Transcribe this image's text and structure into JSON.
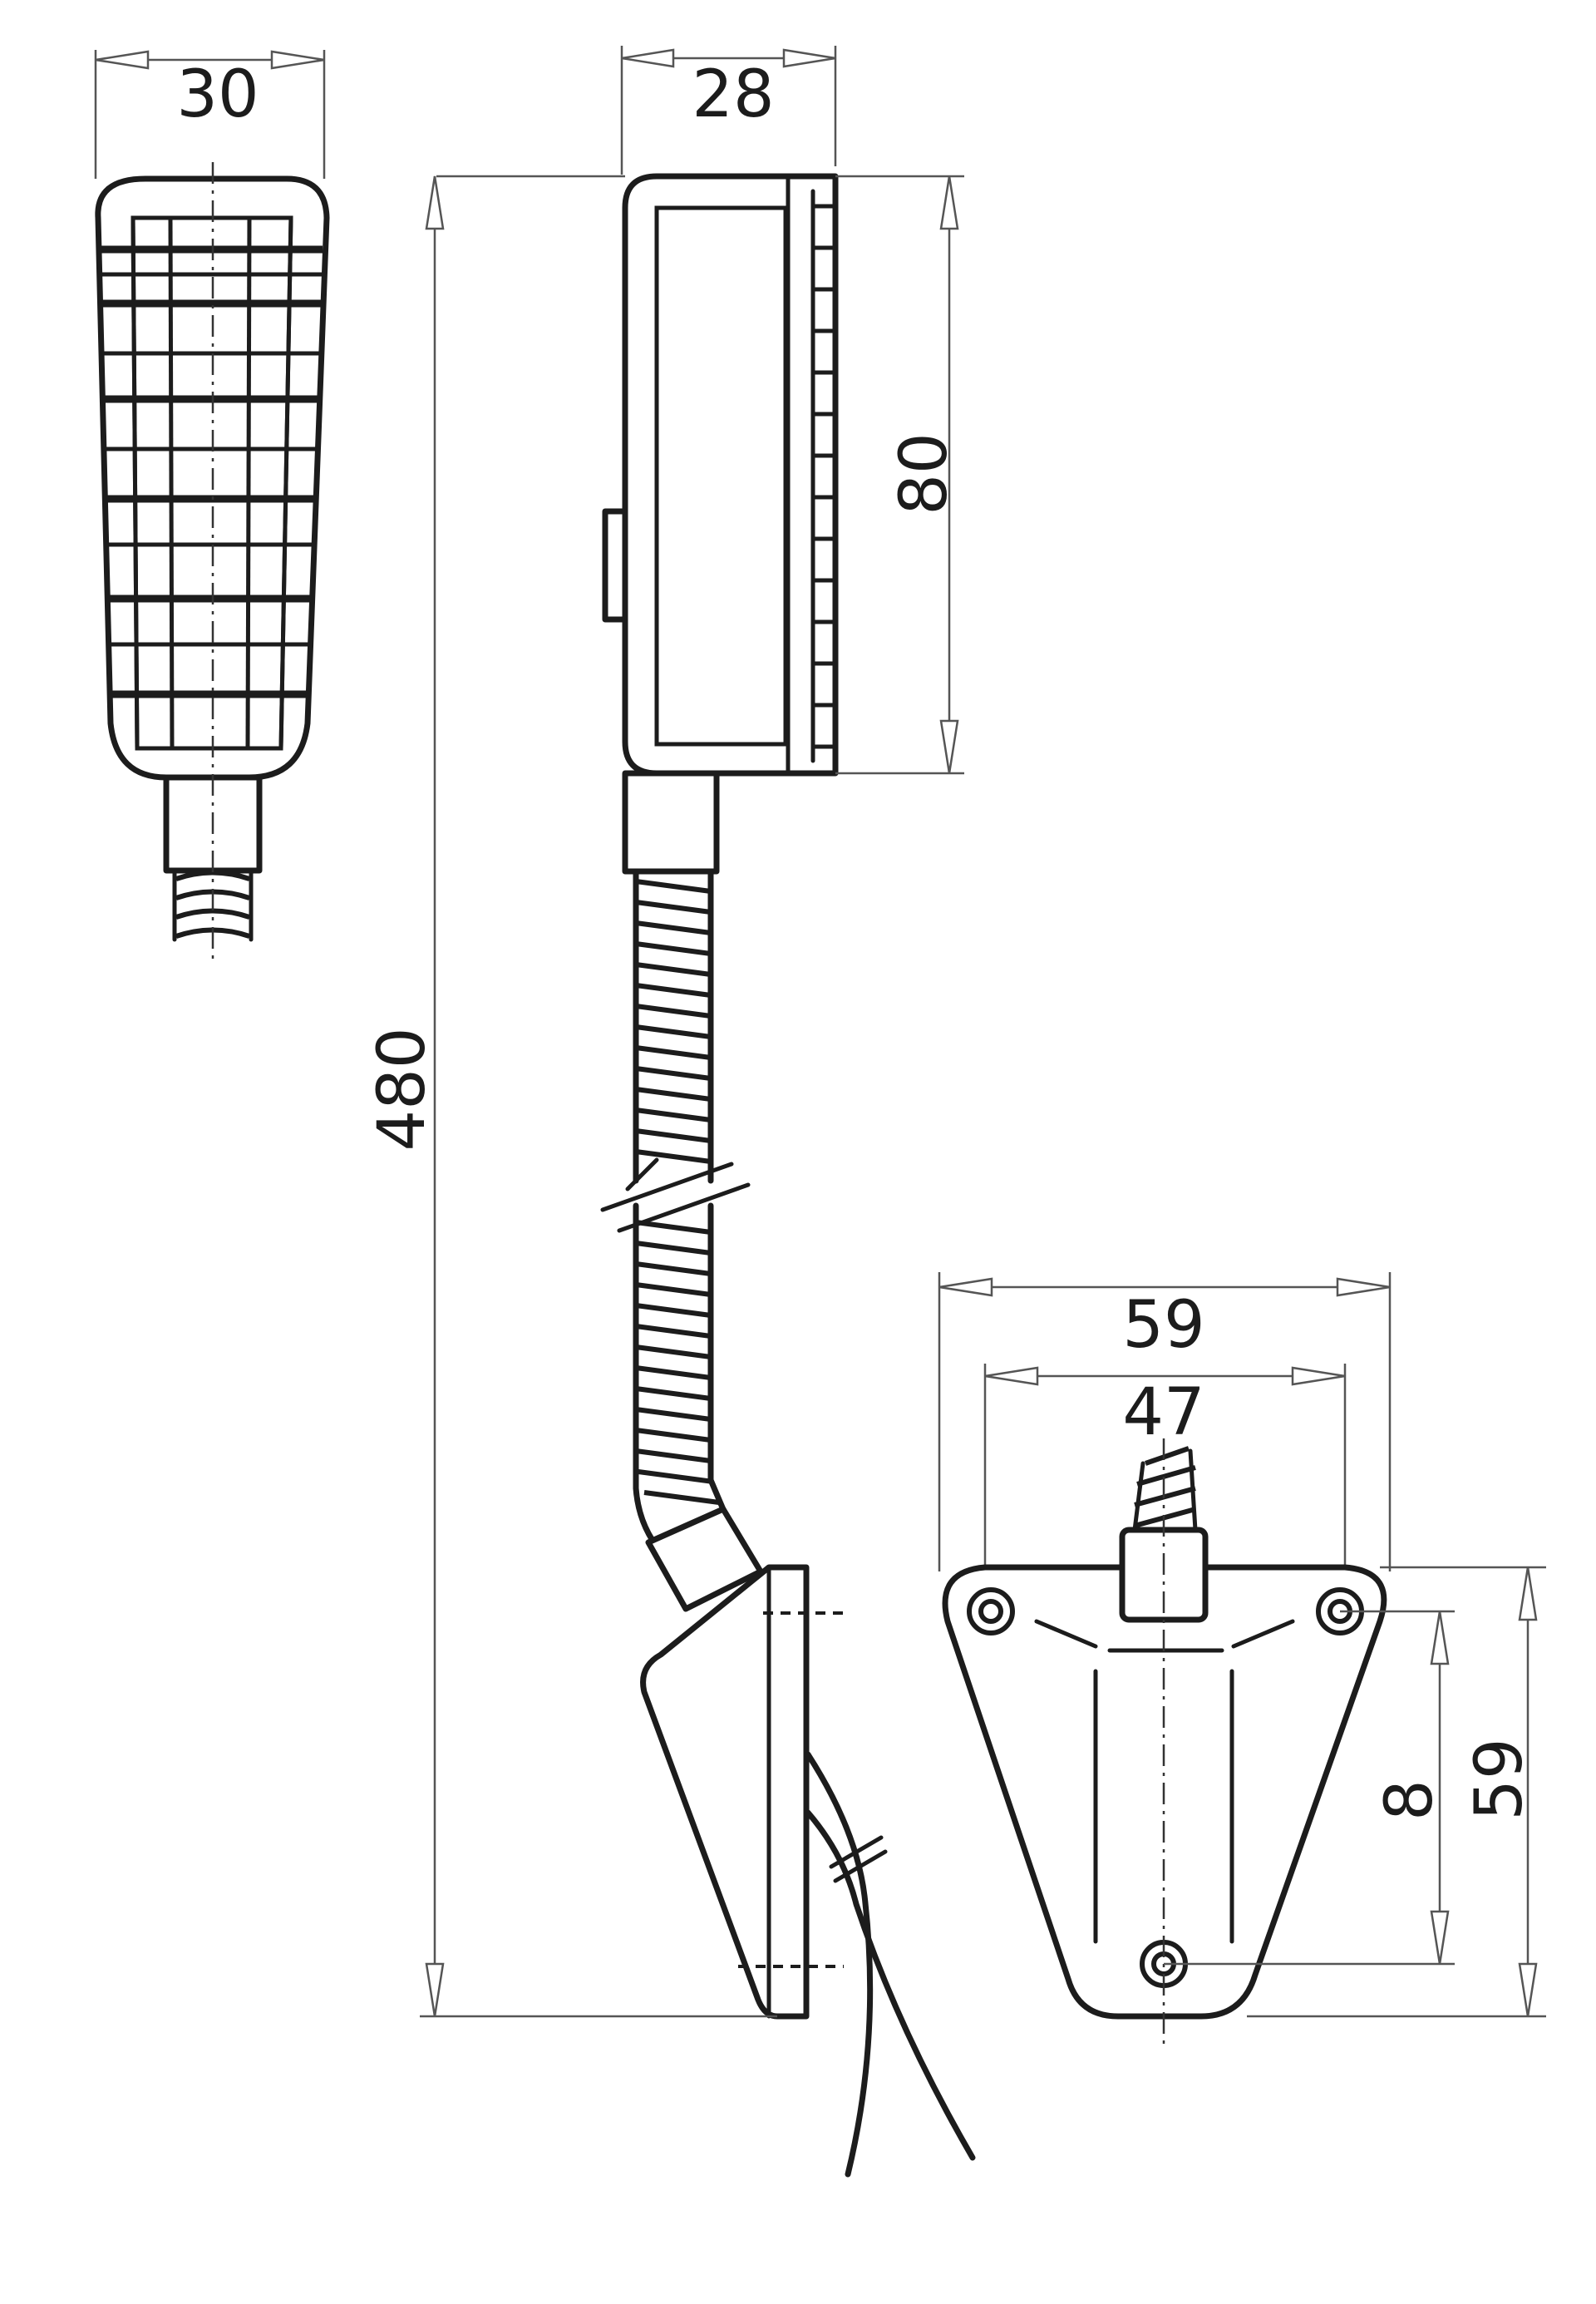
{
  "dimensions": {
    "front_width": "30",
    "side_width": "28",
    "head_height": "80",
    "total_length": "480",
    "base_outer_width": "59",
    "base_hole_spacing": "47",
    "base_height": "59",
    "base_hole_offset": "8"
  }
}
